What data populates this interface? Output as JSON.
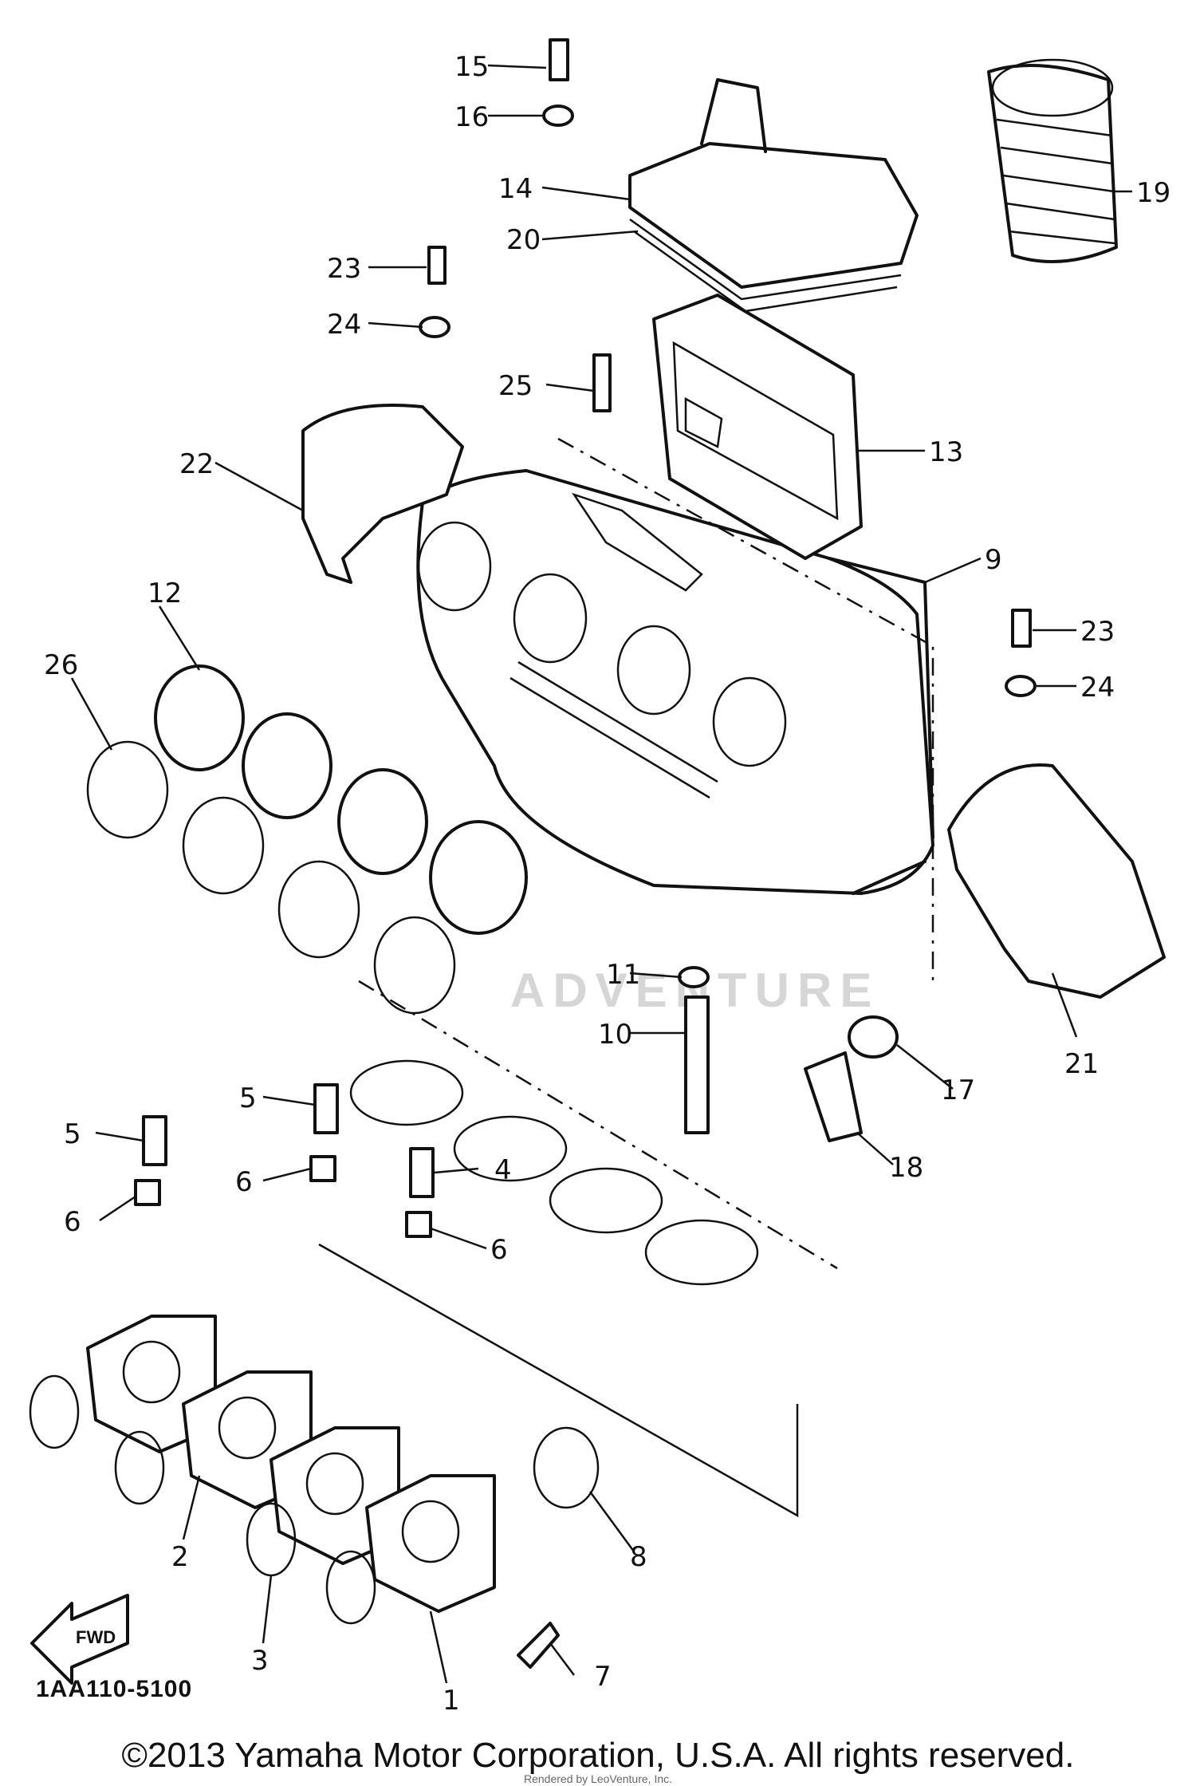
{
  "diagram": {
    "part_labels": {
      "p1": "1",
      "p2": "2",
      "p3": "3",
      "p4": "4",
      "p5a": "5",
      "p5b": "5",
      "p6a": "6",
      "p6b": "6",
      "p6c": "6",
      "p7": "7",
      "p8": "8",
      "p9": "9",
      "p10": "10",
      "p11": "11",
      "p12": "12",
      "p13": "13",
      "p14": "14",
      "p15": "15",
      "p16": "16",
      "p17": "17",
      "p18": "18",
      "p19": "19",
      "p20": "20",
      "p21": "21",
      "p22": "22",
      "p23a": "23",
      "p23b": "23",
      "p24a": "24",
      "p24b": "24",
      "p25": "25",
      "p26": "26"
    },
    "fwd_label": "FWD",
    "drawing_code": "1AA110-5100",
    "watermark": "ADVENTURE"
  },
  "footer": {
    "copyright": "©2013 Yamaha Motor Corporation, U.S.A. All rights reserved.",
    "credit": "Rendered by LeoVenture, Inc."
  }
}
